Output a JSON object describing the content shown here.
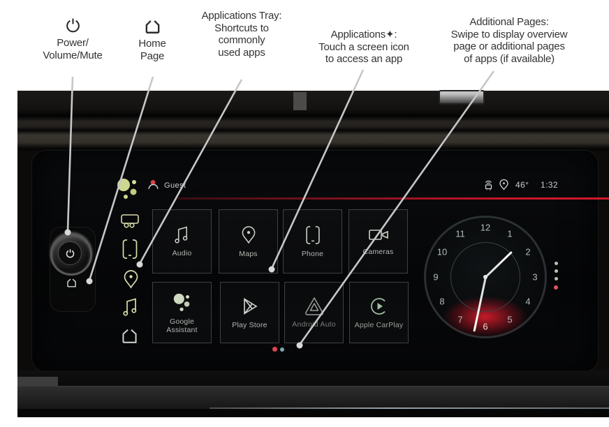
{
  "callouts": {
    "power": {
      "icon": "power-icon",
      "line1": "Power/",
      "line2": "Volume/Mute"
    },
    "home": {
      "icon": "home-icon",
      "line1": "Home",
      "line2": "Page"
    },
    "apps_tray": {
      "line1": "Applications Tray:",
      "line2": "Shortcuts to",
      "line3": "commonly",
      "line4": "used apps"
    },
    "applications": {
      "line1": "Applications✦:",
      "line2": "Touch a screen icon",
      "line3": "to access an app"
    },
    "additional_pages": {
      "line1": "Additional Pages:",
      "line2": "Swipe to display overview",
      "line3": "page or additional pages",
      "line4": "of apps (if available)"
    }
  },
  "screen": {
    "status_bar": {
      "profile_icon": "guest-avatar-icon",
      "profile_name": "Guest",
      "right_icons": [
        "connected-vehicle-icon",
        "location-icon"
      ],
      "temperature": "46°",
      "time": "1:32"
    },
    "app_tray_icons": [
      "assistant-dots-icon",
      "vehicle-icon",
      "phone-icon",
      "maps-pin-icon",
      "audio-note-icon",
      "home-icon"
    ],
    "apps": [
      {
        "label": "Audio",
        "icon": "audio-note-icon"
      },
      {
        "label": "Maps",
        "icon": "maps-pin-icon"
      },
      {
        "label": "Phone",
        "icon": "phone-icon"
      },
      {
        "label": "Cameras",
        "icon": "video-camera-icon"
      },
      {
        "label": "Google Assistant",
        "icon": "assistant-dots-icon"
      },
      {
        "label": "Play Store",
        "icon": "play-store-icon"
      },
      {
        "label": "Android Auto",
        "icon": "android-auto-icon"
      },
      {
        "label": "Apple CarPlay",
        "icon": "carplay-icon"
      }
    ],
    "page_indicator": {
      "active_color": "#e0464e",
      "inactive_color": "#7da4b3",
      "pages": 2,
      "current_page": 1
    },
    "clock": {
      "numerals": [
        "12",
        "1",
        "2",
        "3",
        "4",
        "5",
        "6",
        "7",
        "8",
        "9",
        "10",
        "11"
      ],
      "time": "1:32",
      "widget_dots": 4
    },
    "accent_red": "#c61528"
  }
}
